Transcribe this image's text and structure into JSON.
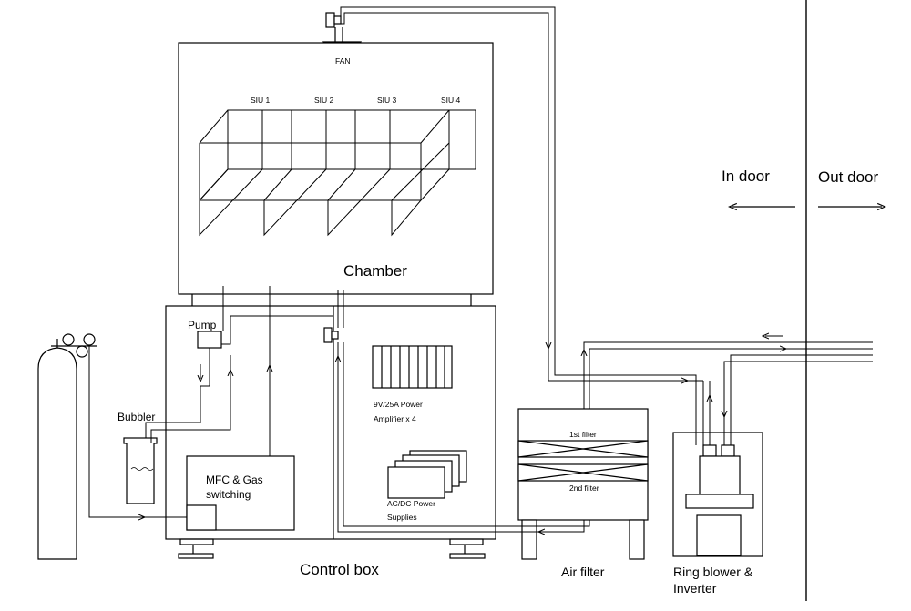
{
  "labels": {
    "fan": "FAN",
    "siu": [
      "SIU 1",
      "SIU 2",
      "SIU 3",
      "SIU 4"
    ],
    "chamber": "Chamber",
    "pump": "Pump",
    "bubbler": "Bubbler",
    "mfc_line1": "MFC & Gas",
    "mfc_line2": "switching",
    "amp_line1": "9V/25A Power",
    "amp_line2": "Amplifier x 4",
    "psu_line1": "AC/DC Power",
    "psu_line2": "Supplies",
    "control_box": "Control box",
    "filter1": "1st filter",
    "filter2": "2nd filter",
    "air_filter": "Air filter",
    "blower_line1": "Ring blower &",
    "blower_line2": "Inverter",
    "in_door": "In door",
    "out_door": "Out door"
  }
}
